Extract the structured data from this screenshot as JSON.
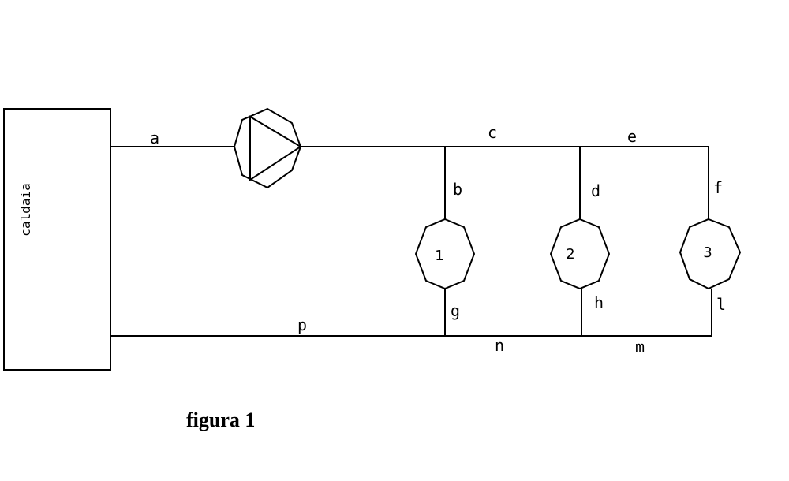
{
  "boiler": {
    "label": "caldaia"
  },
  "pump": {
    "icon": "pump-icon"
  },
  "radiators": [
    {
      "id": "1",
      "label": "1"
    },
    {
      "id": "2",
      "label": "2"
    },
    {
      "id": "3",
      "label": "3"
    }
  ],
  "segments": {
    "a": "a",
    "b": "b",
    "c": "c",
    "d": "d",
    "e": "e",
    "f": "f",
    "g": "g",
    "h": "h",
    "l": "l",
    "m": "m",
    "n": "n",
    "p": "p"
  },
  "caption": "figura 1"
}
